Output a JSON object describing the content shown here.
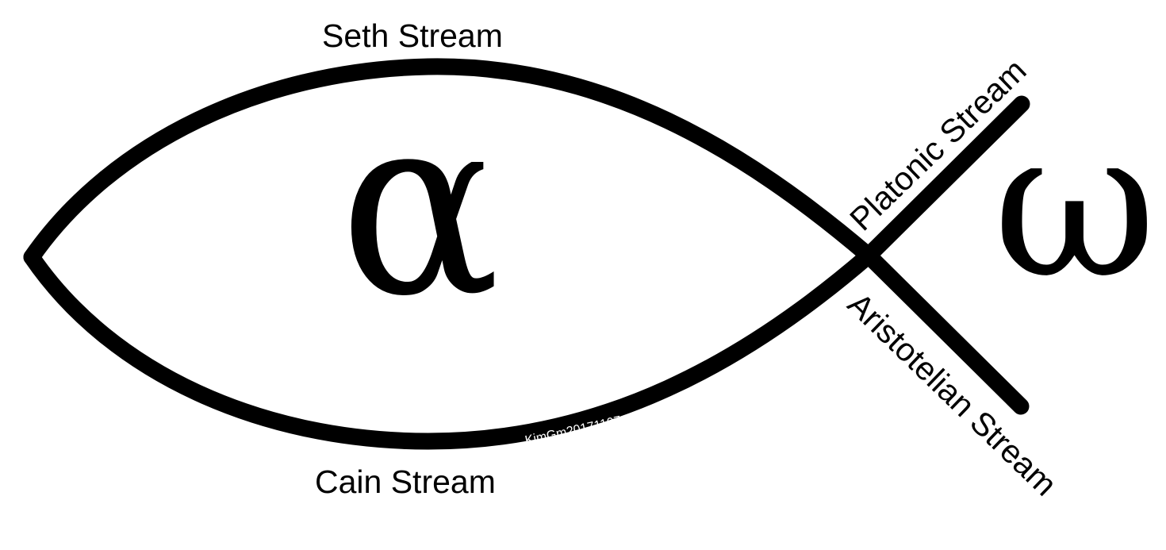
{
  "diagram": {
    "type": "ichthys-fish-symbol",
    "stroke_color": "#000000",
    "background_color": "#ffffff",
    "labels": {
      "top_arc": "Seth Stream",
      "bottom_arc": "Cain Stream",
      "upper_tail": "Platonic Stream",
      "lower_tail": "Aristotelian Stream"
    },
    "glyphs": {
      "head": "α",
      "tail": "ω"
    },
    "signature": "KimGm20171107"
  }
}
